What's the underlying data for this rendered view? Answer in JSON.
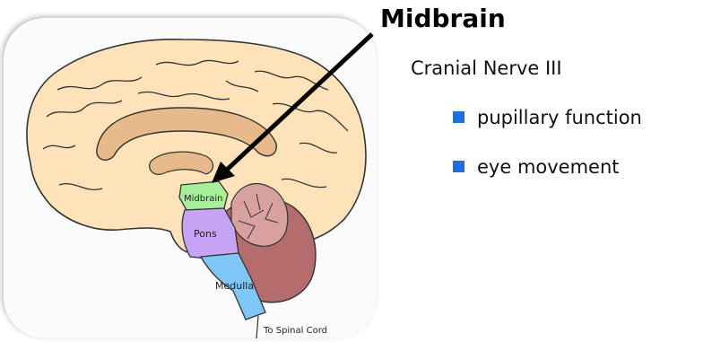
{
  "title": "Midbrain",
  "subtitle": "Cranial Nerve III",
  "bullets": [
    "pupillary function",
    "eye movement"
  ],
  "diagram": {
    "labels": {
      "midbrain": "Midbrain",
      "pons": "Pons",
      "medulla": "Medulla",
      "spinal": "To Spinal Cord"
    }
  },
  "colors": {
    "bullet": "#1f6fe0",
    "brain": "#fde2ba",
    "inner": "#e8b98a",
    "midbrain": "#a7ef9b",
    "pons": "#c7a3f5",
    "medulla": "#7ec7f7",
    "cerebellum": "#b56c6c",
    "arrow": "#000000"
  }
}
